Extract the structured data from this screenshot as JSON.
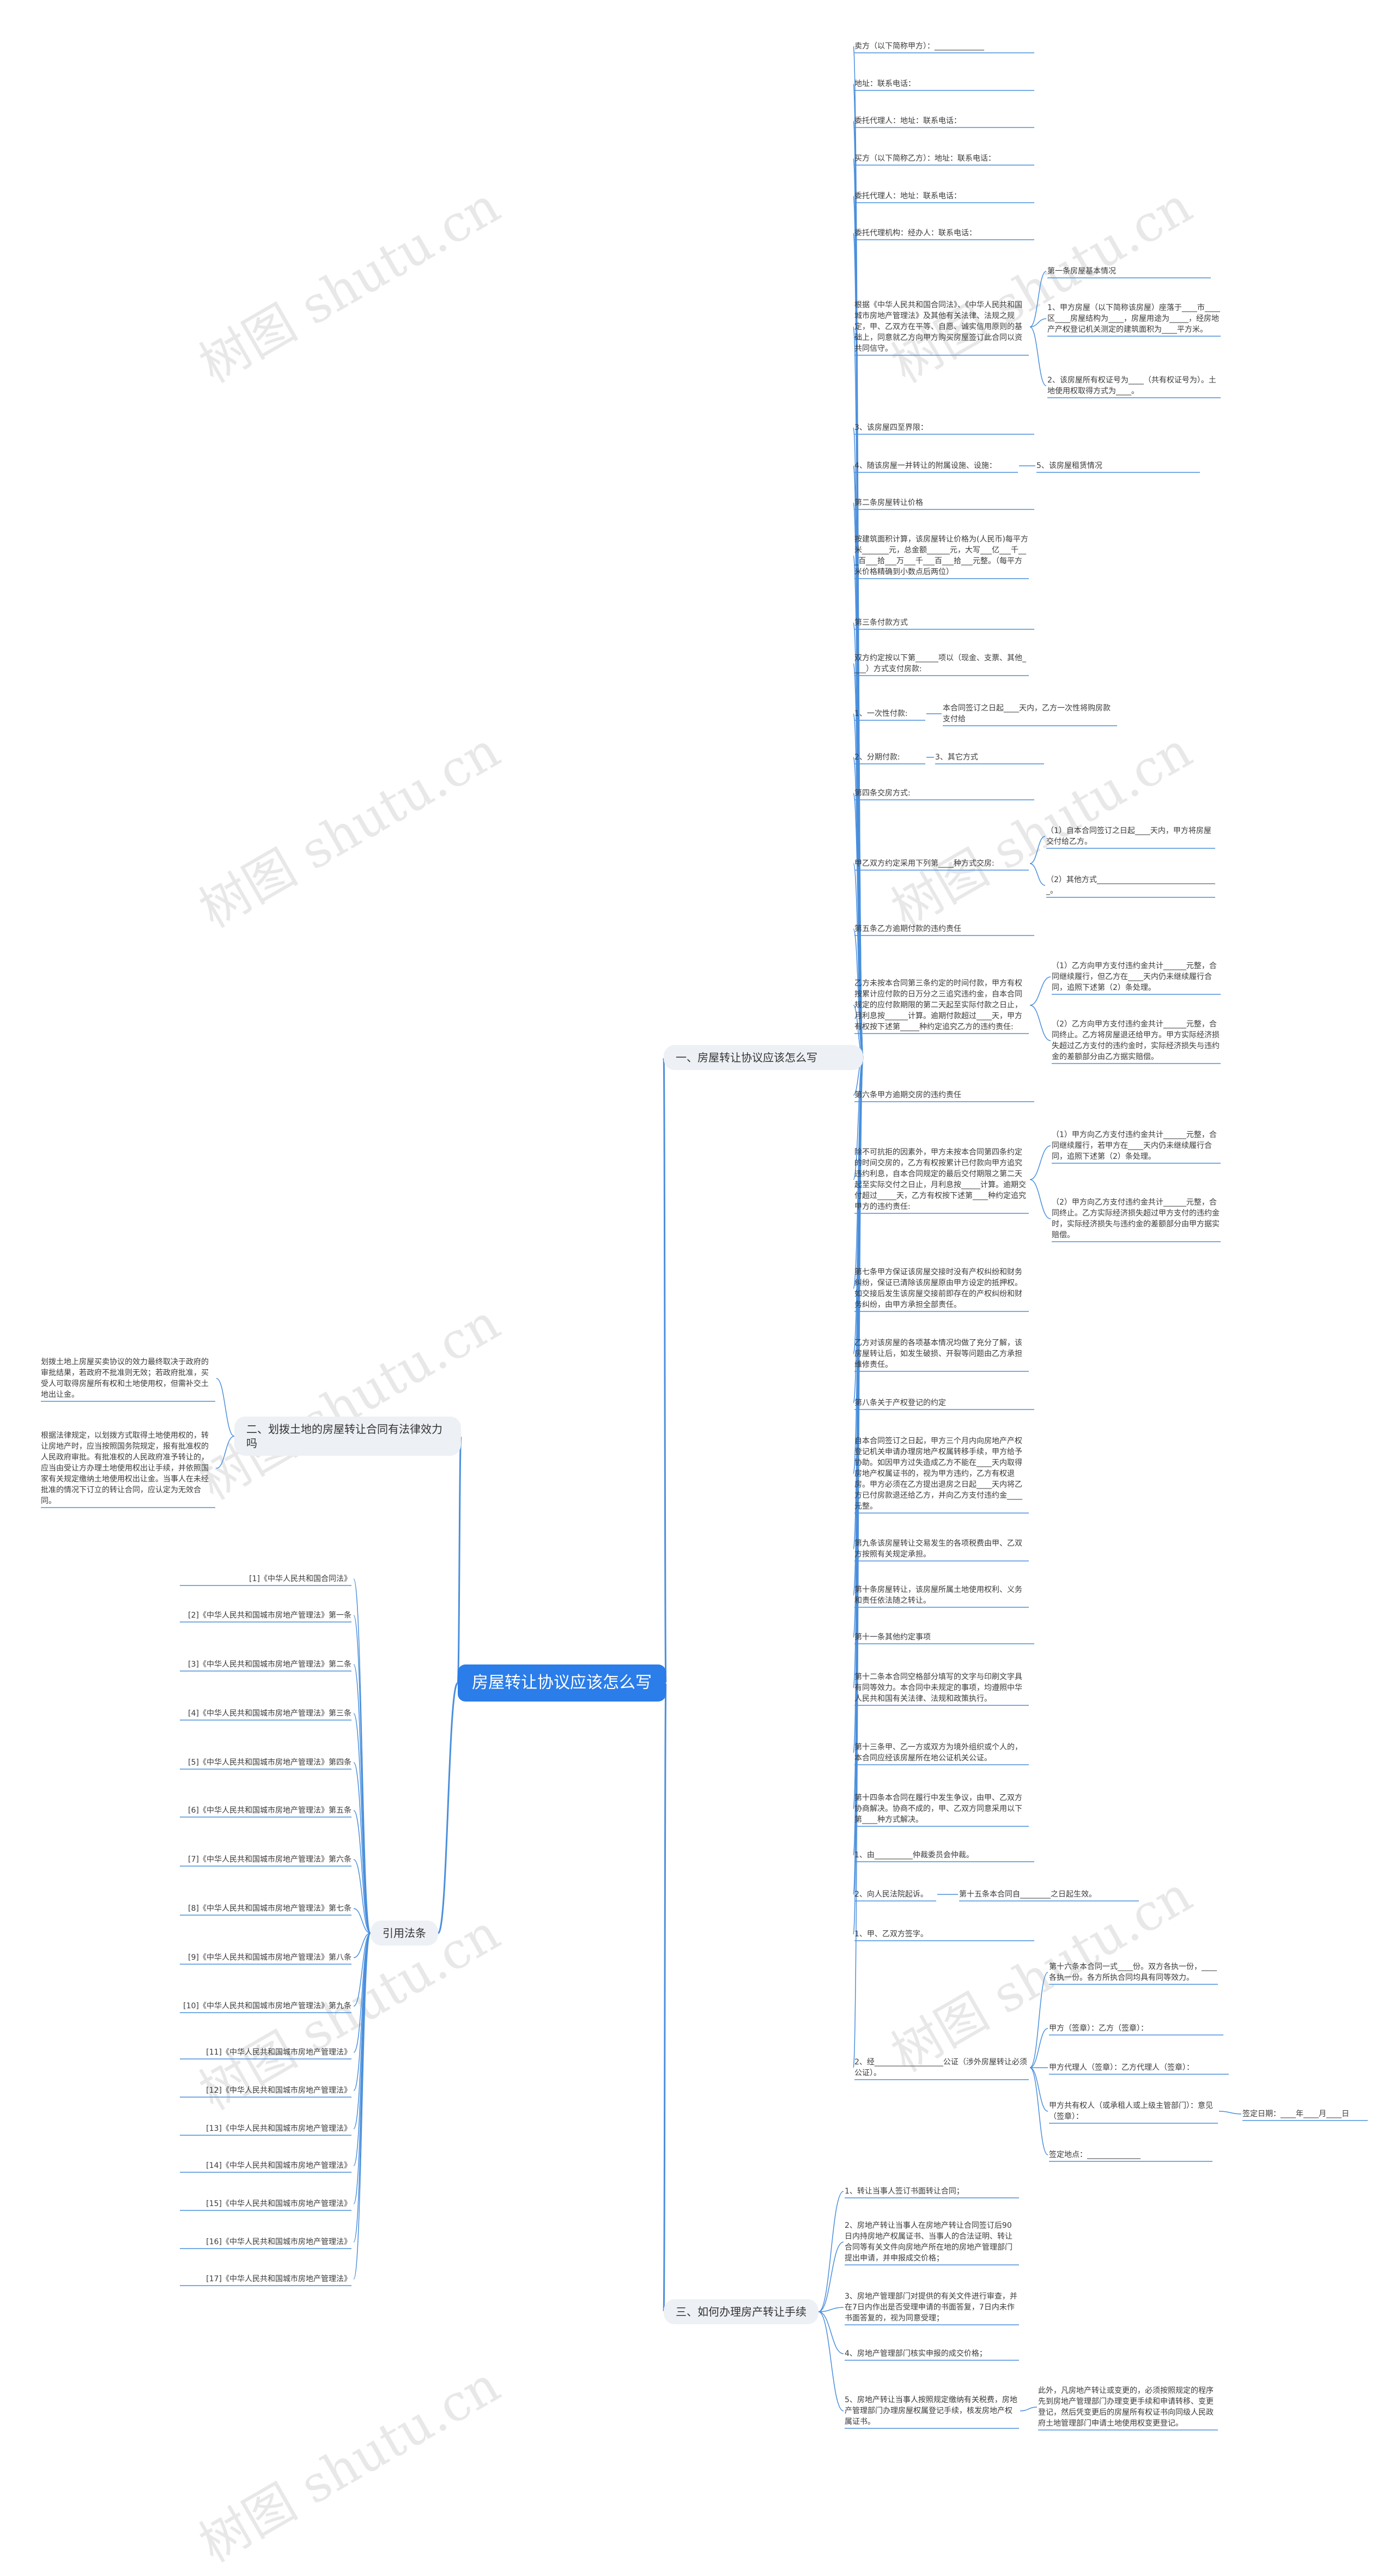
{
  "watermark": "树图 shutu.cn",
  "colors": {
    "root": "#2b7de9",
    "edge": "#4a8fdc",
    "branch_bg": "#edf0f4"
  },
  "root": "房屋转让协议应该怎么写",
  "branches": {
    "b1": "一、房屋转让协议应该怎么写",
    "b2": "二、划拨土地的房屋转让合同有法律效力吗",
    "b3": "引用法条",
    "b4": "三、如何办理房产转让手续"
  },
  "b1": {
    "items": [
      "卖方（以下简称甲方）：_____________",
      "地址：联系电话：",
      "委托代理人：地址：联系电话：",
      "买方（以下简称乙方）：地址：联系电话：",
      "委托代理人：地址：联系电话：",
      "委托代理机构：经办人：联系电话：",
      "根据《中华人民共和国合同法》、《中华人民共和国城市房地产管理法》及其他有关法律、法规之规定，甲、乙双方在平等、自愿、诚实信用原则的基础上，同意就乙方向甲方购买房屋签订此合同以资共同信守。",
      "3、该房屋四至界限：",
      "4、随该房屋一并转让的附属设施、设施：",
      "第二条房屋转让价格",
      "按建筑面积计算，该房屋转让价格为(人民币)每平方米_______元，总金额______元，大写___亿___千___百___拾___万___千___百___拾___元整。（每平方米价格精确到小数点后两位）",
      "第三条付款方式",
      "双方约定按以下第______项以（现金、支票、其他____）方式支付房款:",
      "1、一次性付款:",
      "2、分期付款:",
      "第四条交房方式:",
      "甲乙双方约定采用下列第____种方式交房:",
      "第五条乙方逾期付款的违约责任",
      "乙方未按本合同第三条约定的时间付款，甲方有权按累计应付款的日万分之三追究违约金，自本合同规定的应付款期限的第二天起至实际付款之日止，月利息按______计算。逾期付款超过____天，甲方有权按下述第_____种约定追究乙方的违约责任:",
      "第六条甲方逾期交房的违约责任",
      "除不可抗拒的因素外，甲方未按本合同第四条约定的时间交房的，乙方有权按累计已付款向甲方追究违约利息，自本合同规定的最后交付期限之第二天起至实际交付之日止，月利息按_____计算。逾期交付超过_____天，乙方有权按下述第____种约定追究甲方的违约责任:",
      "第七条甲方保证该房屋交接时没有产权纠纷和财务纠纷，保证已清除该房屋原由甲方设定的抵押权。如交接后发生该房屋交接前即存在的产权纠纷和财务纠纷，由甲方承担全部责任。",
      "乙方对该房屋的各项基本情况均做了充分了解，该房屋转让后，如发生破损、开裂等问题由乙方承担维修责任。",
      "第八条关于产权登记的约定",
      "自本合同签订之日起，甲方三个月内向房地产产权登记机关申请办理房地产权属转移手续，甲方给予协助。如因甲方过失造成乙方不能在____天内取得房地产权属证书的，视为甲方违约，乙方有权退房。甲方必须在乙方提出退房之日起____天内将乙方已付房款退还给乙方，并向乙方支付违约金____元整。",
      "第九条该房屋转让交易发生的各项税费由甲、乙双方按照有关规定承担。",
      "第十条房屋转让，该房屋所属土地使用权利、义务和责任依法随之转让。",
      "第十一条其他约定事项",
      "第十二条本合同空格部分填写的文字与印刷文字具有同等效力。本合同中未规定的事项，均遵照中华人民共和国有关法律、法规和政策执行。",
      "第十三条甲、乙一方或双方为境外组织或个人的，本合同应经该房屋所在地公证机关公证。",
      "第十四条本合同在履行中发生争议，由甲、乙双方协商解决。协商不成的，甲、乙双方同意采用以下第____种方式解决。",
      "1、由__________仲裁委员会仲裁。",
      "2、向人民法院起诉。",
      "1、甲、乙双方签字。",
      "2、经__________________公证（涉外房屋转让必须公证）。"
    ],
    "sub": {
      "s0": "第一条房屋基本情况",
      "s1": "1、甲方房屋（以下简称该房屋）座落于____市____区____房屋结构为____，房屋用途为_____，经房地产产权登记机关测定的建筑面积为____平方米。",
      "s2": "2、该房屋所有权证号为____（共有权证号为）。土地使用权取得方式为____。",
      "s3": "5、该房屋租赁情况",
      "s4": "本合同签订之日起____天内，乙方一次性将购房款支付给",
      "s5": "3、其它方式",
      "s6": "（1）自本合同签订之日起____天内，甲方将房屋交付给乙方。",
      "s7": "（2）其他方式________________________________。",
      "s8": "（1）乙方向甲方支付违约金共计______元整，合同继续履行，但乙方在____天内仍未继续履行合同，追照下述第（2）条处理。",
      "s9": "（2）乙方向甲方支付违约金共计______元整，合同终止。乙方将房屋退还给甲方。甲方实际经济损失超过乙方支付的违约金时，实际经济损失与违约金的差额部分由乙方据实赔偿。",
      "s10": "（1）甲方向乙方支付违约金共计______元整，合同继续履行，若甲方在____天内仍未继续履行合同，追照下述第（2）条处理。",
      "s11": "（2）甲方向乙方支付违约金共计______元整，合同终止。乙方实际经济损失超过甲方支付的违约金时，实际经济损失与违约金的差额部分由甲方据实赔偿。",
      "s12": "第十五条本合同自________之日起生效。",
      "s13": "第十六条本合同一式____份。双方各执一份，____各执一份。各方所执合同均具有同等效力。",
      "s14": "甲方（签章）：乙方（签章）：",
      "s15": "甲方代理人（签章）：乙方代理人（签章）：",
      "s16": "甲方共有权人（或承租人或上级主管部门）：意见（签章）：",
      "s17": "签定地点：______________",
      "s18": "签定日期：____年____月____日"
    }
  },
  "b2": {
    "items": [
      "划拨土地上房屋买卖协议的效力最终取决于政府的审批结果，若政府不批准则无效；若政府批准，买受人可取得房屋所有权和土地使用权，但需补交土地出让金。",
      "根据法律规定，以划拨方式取得土地使用权的，转让房地产时，应当按照国务院规定，报有批准权的人民政府审批。有批准权的人民政府准予转让的，应当由受让方办理土地使用权出让手续，并依照国家有关规定缴纳土地使用权出让金。当事人在未经批准的情况下订立的转让合同，应认定为无效合同。"
    ]
  },
  "b3": {
    "items": [
      "[1]《中华人民共和国合同法》",
      "[2]《中华人民共和国城市房地产管理法》第一条",
      "[3]《中华人民共和国城市房地产管理法》第二条",
      "[4]《中华人民共和国城市房地产管理法》第三条",
      "[5]《中华人民共和国城市房地产管理法》第四条",
      "[6]《中华人民共和国城市房地产管理法》第五条",
      "[7]《中华人民共和国城市房地产管理法》第六条",
      "[8]《中华人民共和国城市房地产管理法》第七条",
      "[9]《中华人民共和国城市房地产管理法》第八条",
      "[10]《中华人民共和国城市房地产管理法》第九条",
      "[11]《中华人民共和国城市房地产管理法》",
      "[12]《中华人民共和国城市房地产管理法》",
      "[13]《中华人民共和国城市房地产管理法》",
      "[14]《中华人民共和国城市房地产管理法》",
      "[15]《中华人民共和国城市房地产管理法》",
      "[16]《中华人民共和国城市房地产管理法》",
      "[17]《中华人民共和国城市房地产管理法》"
    ]
  },
  "b4": {
    "items": [
      "1、转让当事人签订书面转让合同；",
      "2、房地产转让当事人在房地产转让合同签订后90日内持房地产权属证书、当事人的合法证明、转让合同等有关文件向房地产所在地的房地产管理部门提出申请，并申报成交价格；",
      "3、房地产管理部门对提供的有关文件进行审查，并在7日内作出是否受理申请的书面答复，7日内未作书面答复的，视为同意受理；",
      "4、房地产管理部门核实申报的成交价格；",
      "5、房地产转让当事人按照规定缴纳有关税费，房地产管理部门办理房屋权属登记手续，核发房地产权属证书。"
    ],
    "note": "此外，凡房地产转让或变更的，必须按照规定的程序先到房地产管理部门办理变更手续和申请转移、变更登记，然后凭变更后的房屋所有权证书向同级人民政府土地管理部门申请土地使用权变更登记。"
  }
}
